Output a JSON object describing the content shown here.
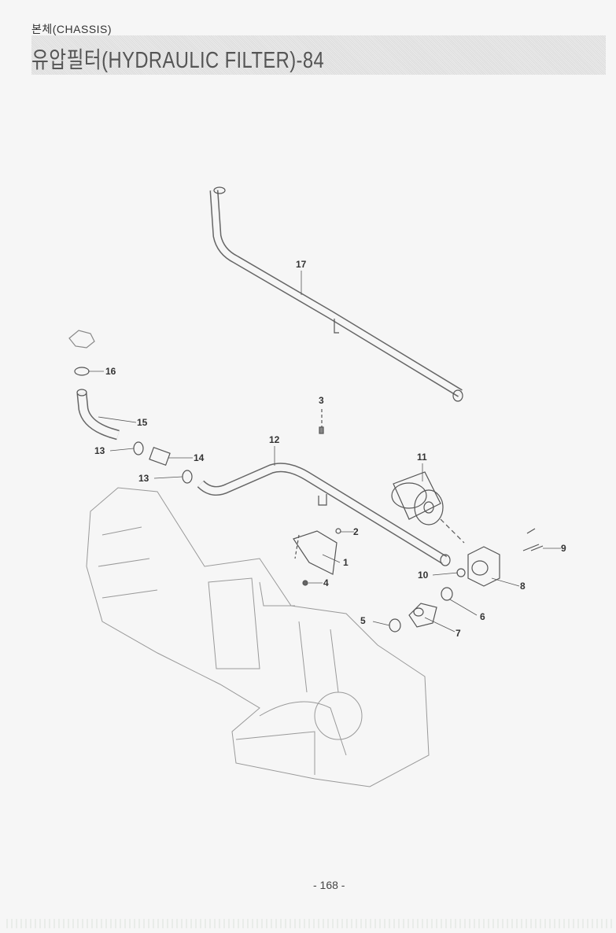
{
  "header": {
    "section": "본체(CHASSIS)",
    "title": "유압필터(HYDRAULIC FILTER)-84"
  },
  "callouts": [
    "17",
    "16",
    "15",
    "13",
    "14",
    "13",
    "3",
    "12",
    "11",
    "2",
    "1",
    "4",
    "10",
    "9",
    "8",
    "6",
    "5",
    "7"
  ],
  "footer": {
    "page_number": "- 168 -"
  }
}
